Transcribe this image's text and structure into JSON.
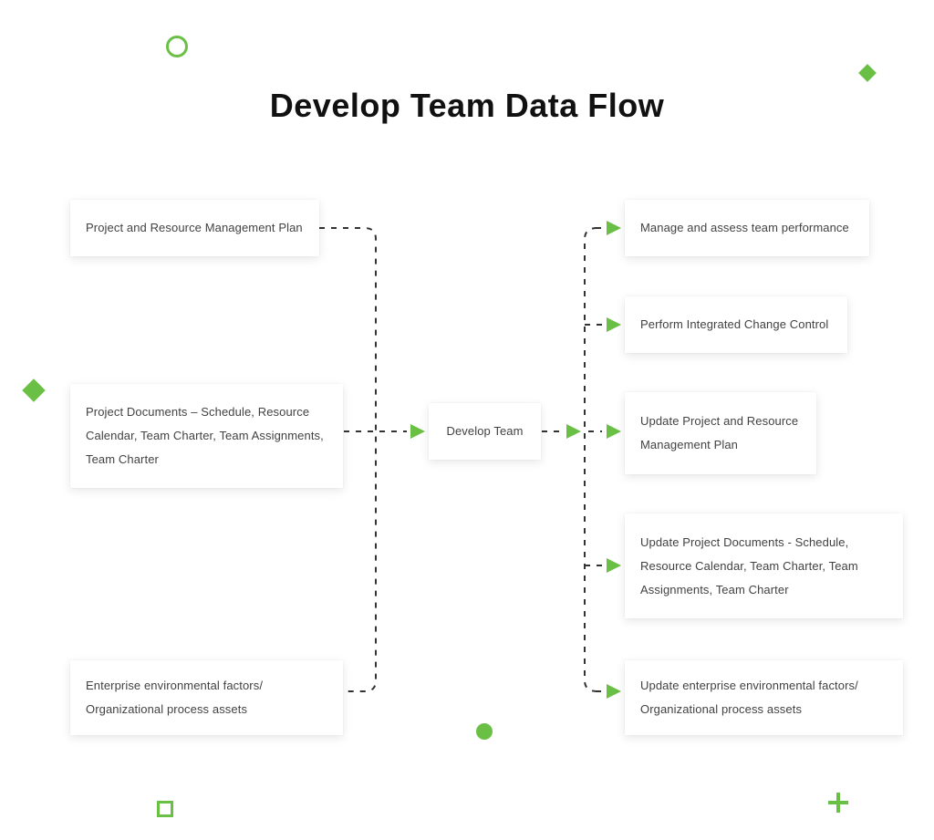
{
  "title": "Develop Team Data Flow",
  "colors": {
    "accent_green": "#6ABF45",
    "connector_line": "#333333",
    "box_text": "#424242",
    "title_text": "#111111",
    "background": "#ffffff"
  },
  "diagram": {
    "type": "data-flow",
    "inputs": [
      {
        "label": "Project and Resource Management Plan"
      },
      {
        "label": "Project Documents – Schedule, Resource Calendar, Team Charter, Team Assignments, Team Charter"
      },
      {
        "label": "Enterprise environmental factors/ Organizational process assets"
      }
    ],
    "process": {
      "label": "Develop Team"
    },
    "outputs": [
      {
        "label": "Manage and assess team performance"
      },
      {
        "label": "Perform Integrated Change Control"
      },
      {
        "label": "Update Project and Resource Management Plan"
      },
      {
        "label": "Update Project Documents - Schedule, Resource Calendar, Team Charter, Team Assignments, Team Charter"
      },
      {
        "label": "Update enterprise environmental factors/ Organizational process assets"
      }
    ],
    "connector_style": "dashed with green arrowheads",
    "decorations": [
      "circle-outline-top-left",
      "diamond-top-right",
      "diamond-left",
      "circle-filled-bottom-center",
      "square-outline-bottom-left",
      "plus-bottom-right"
    ]
  }
}
